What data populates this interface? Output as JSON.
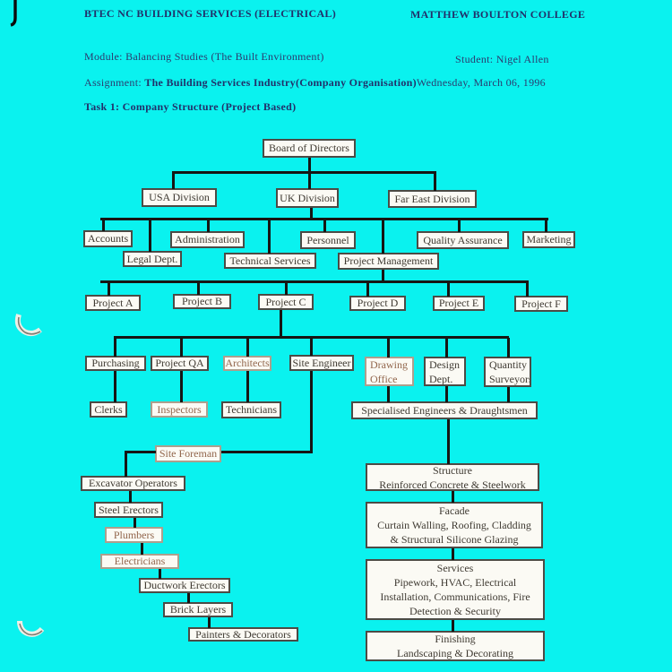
{
  "colors": {
    "page_background": "#0af2ef",
    "box_fill": "#fbfaf4",
    "connector": "#161614",
    "header_text": "#2c3a6e",
    "faded_text": "#92664c"
  },
  "header": {
    "course": "BTEC NC BUILDING SERVICES (ELECTRICAL)",
    "college": "MATTHEW BOULTON COLLEGE",
    "module": "Module: Balancing Studies (The Built Environment)",
    "student": "Student: Nigel Allen",
    "assignment_prefix": "Assignment: ",
    "assignment_title": "The Building Services Industry(Company Organisation)",
    "assignment_date": "Wednesday, March 06, 1996",
    "task": "Task 1: Company Structure (Project Based)"
  },
  "org": {
    "nodes": [
      {
        "id": "board",
        "label": "Board of Directors"
      },
      {
        "id": "usa",
        "label": "USA Division"
      },
      {
        "id": "uk",
        "label": "UK Division"
      },
      {
        "id": "fareast",
        "label": "Far East Division"
      },
      {
        "id": "accounts",
        "label": "Accounts"
      },
      {
        "id": "administration",
        "label": "Administration"
      },
      {
        "id": "personnel",
        "label": "Personnel"
      },
      {
        "id": "qa_dept",
        "label": "Quality Assurance"
      },
      {
        "id": "marketing",
        "label": "Marketing"
      },
      {
        "id": "legal",
        "label": "Legal Dept."
      },
      {
        "id": "technical",
        "label": "Technical Services"
      },
      {
        "id": "projmgmt",
        "label": "Project Management"
      },
      {
        "id": "projA",
        "label": "Project A"
      },
      {
        "id": "projB",
        "label": "Project B"
      },
      {
        "id": "projC",
        "label": "Project C"
      },
      {
        "id": "projD",
        "label": "Project D"
      },
      {
        "id": "projE",
        "label": "Project E"
      },
      {
        "id": "projF",
        "label": "Project F"
      },
      {
        "id": "purchasing",
        "label": "Purchasing"
      },
      {
        "id": "projQA",
        "label": "Project QA"
      },
      {
        "id": "architects",
        "label": "Architects",
        "faded": true
      },
      {
        "id": "siteeng",
        "label": "Site Engineer"
      },
      {
        "id": "drawing",
        "lines": [
          "Drawing",
          "Office"
        ],
        "faded": true
      },
      {
        "id": "design",
        "lines": [
          "Design",
          "Dept."
        ]
      },
      {
        "id": "quantity",
        "lines": [
          "Quantity",
          "Surveyors"
        ]
      },
      {
        "id": "clerks",
        "label": "Clerks"
      },
      {
        "id": "inspectors",
        "label": "Inspectors",
        "faded": true
      },
      {
        "id": "technicians",
        "label": "Technicians"
      },
      {
        "id": "specialised",
        "label": "Specialised Engineers & Draughtsmen"
      },
      {
        "id": "foreman",
        "label": "Site Foreman",
        "faded": true
      },
      {
        "id": "excavator",
        "label": "Excavator Operators"
      },
      {
        "id": "steel",
        "label": "Steel Erectors"
      },
      {
        "id": "plumbers",
        "label": "Plumbers",
        "faded": true
      },
      {
        "id": "electricians",
        "label": "Electricians",
        "faded": true
      },
      {
        "id": "ductwork",
        "label": "Ductwork Erectors"
      },
      {
        "id": "brick",
        "label": "Brick Layers"
      },
      {
        "id": "painters",
        "label": "Painters & Decorators"
      },
      {
        "id": "structure",
        "lines": [
          "Structure",
          "Reinforced Concrete & Steelwork"
        ]
      },
      {
        "id": "facade",
        "lines": [
          "Facade",
          "Curtain Walling, Roofing, Cladding",
          "& Structural Silicone Glazing"
        ]
      },
      {
        "id": "services",
        "lines": [
          "Services",
          "Pipework, HVAC, Electrical",
          "Installation, Communications, Fire",
          "Detection & Security"
        ]
      },
      {
        "id": "finishing",
        "lines": [
          "Finishing",
          "Landscaping & Decorating"
        ]
      }
    ],
    "edges": [
      [
        "board",
        "usa"
      ],
      [
        "board",
        "uk"
      ],
      [
        "board",
        "fareast"
      ],
      [
        "uk",
        "accounts"
      ],
      [
        "uk",
        "legal"
      ],
      [
        "uk",
        "administration"
      ],
      [
        "uk",
        "technical"
      ],
      [
        "uk",
        "personnel"
      ],
      [
        "uk",
        "projmgmt"
      ],
      [
        "uk",
        "qa_dept"
      ],
      [
        "uk",
        "marketing"
      ],
      [
        "projmgmt",
        "projA"
      ],
      [
        "projmgmt",
        "projB"
      ],
      [
        "projmgmt",
        "projC"
      ],
      [
        "projmgmt",
        "projD"
      ],
      [
        "projmgmt",
        "projE"
      ],
      [
        "projmgmt",
        "projF"
      ],
      [
        "projC",
        "purchasing"
      ],
      [
        "projC",
        "projQA"
      ],
      [
        "projC",
        "architects"
      ],
      [
        "projC",
        "siteeng"
      ],
      [
        "projC",
        "drawing"
      ],
      [
        "projC",
        "design"
      ],
      [
        "projC",
        "quantity"
      ],
      [
        "purchasing",
        "clerks"
      ],
      [
        "projQA",
        "inspectors"
      ],
      [
        "architects",
        "technicians"
      ],
      [
        "drawing",
        "specialised"
      ],
      [
        "design",
        "specialised"
      ],
      [
        "quantity",
        "specialised"
      ],
      [
        "siteeng",
        "foreman"
      ],
      [
        "foreman",
        "excavator"
      ],
      [
        "excavator",
        "steel"
      ],
      [
        "steel",
        "plumbers"
      ],
      [
        "plumbers",
        "electricians"
      ],
      [
        "electricians",
        "ductwork"
      ],
      [
        "ductwork",
        "brick"
      ],
      [
        "brick",
        "painters"
      ],
      [
        "specialised",
        "structure"
      ],
      [
        "structure",
        "facade"
      ],
      [
        "facade",
        "services"
      ],
      [
        "services",
        "finishing"
      ]
    ]
  },
  "artifacts": [
    "ink-stroke",
    "scan-crescent-upper",
    "scan-crescent-lower"
  ]
}
